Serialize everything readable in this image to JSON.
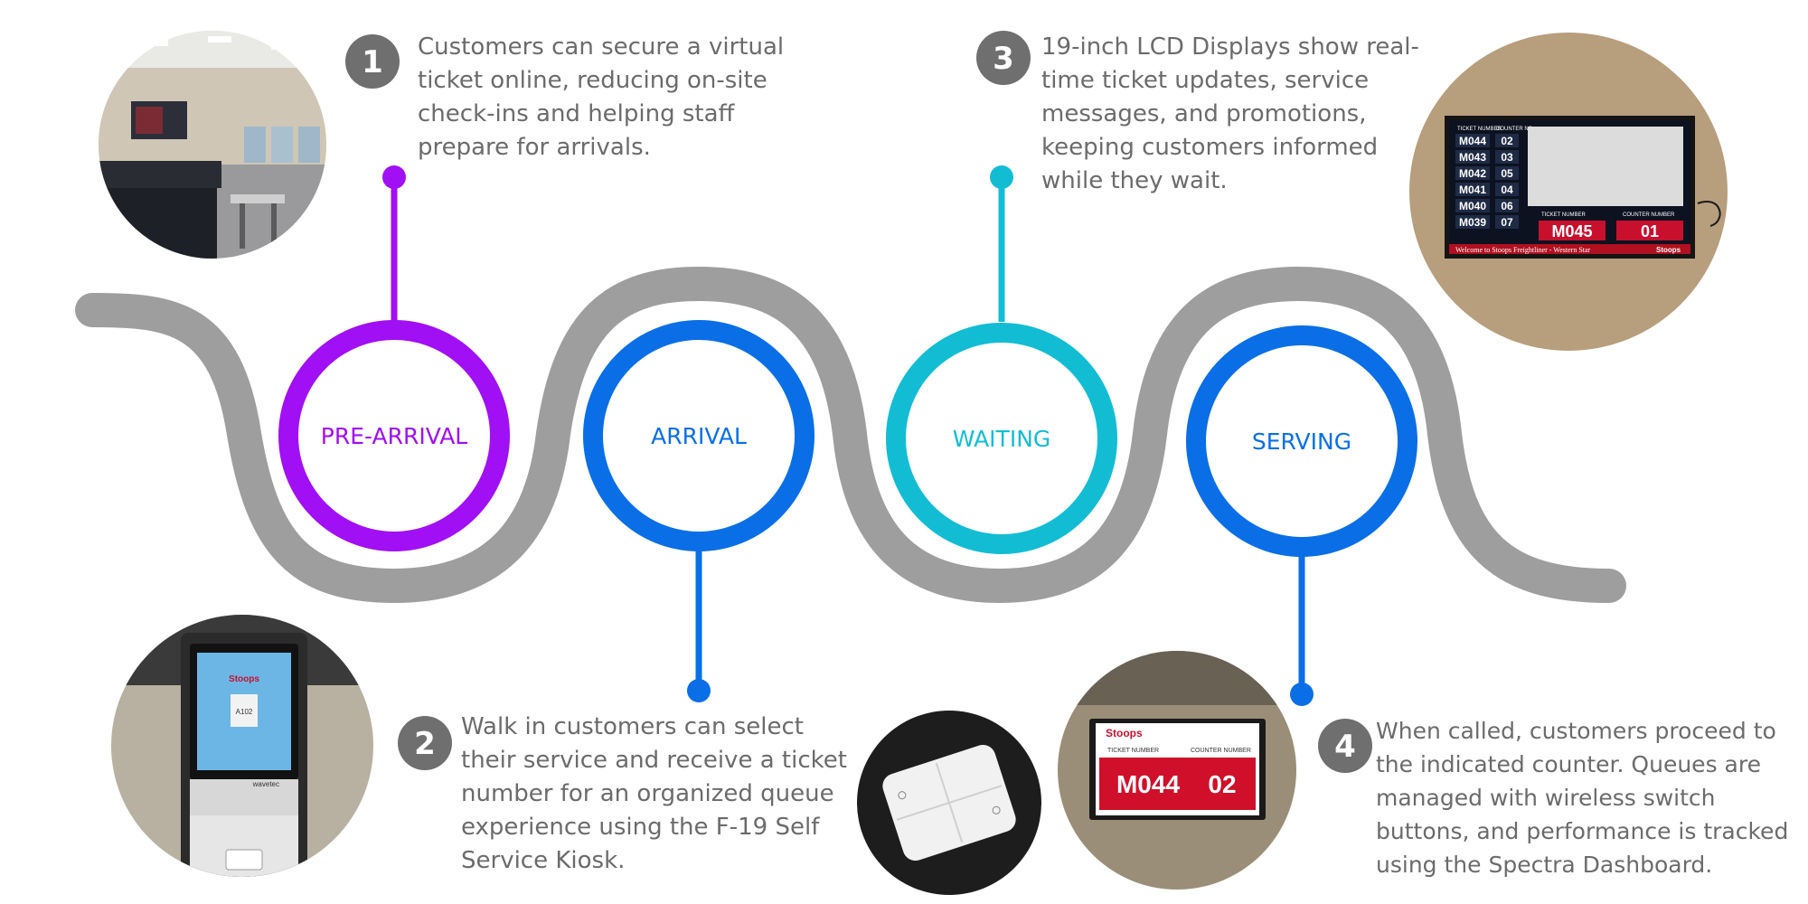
{
  "colors": {
    "road": "#9e9e9e",
    "badge": "#6f6f6f",
    "pre_arrival": "#a10ff5",
    "arrival": "#0a6fe6",
    "waiting": "#12bdd4",
    "serving": "#0a6fe6",
    "text": "#6b6b6b"
  },
  "stages": [
    {
      "label": "PRE-ARRIVAL"
    },
    {
      "label": "ARRIVAL"
    },
    {
      "label": "WAITING"
    },
    {
      "label": "SERVING"
    }
  ],
  "steps": [
    {
      "number": "1",
      "lines": [
        "Customers can secure a virtual",
        "ticket online, reducing on-site",
        "check-ins and helping staff",
        "prepare for arrivals."
      ]
    },
    {
      "number": "2",
      "lines": [
        "Walk in customers can select",
        "their service and receive a ticket",
        "number for an organized queue",
        "experience using the F-19 Self",
        "Service Kiosk."
      ]
    },
    {
      "number": "3",
      "lines": [
        "19-inch LCD Displays show real-",
        "time ticket updates, service",
        "messages, and promotions,",
        "keeping customers informed",
        "while they wait."
      ]
    },
    {
      "number": "4",
      "lines": [
        "When called, customers proceed to",
        "the indicated counter. Queues are",
        "managed with wireless switch",
        "buttons, and performance is tracked",
        "using the Spectra Dashboard."
      ]
    }
  ],
  "photos": {
    "lcd_display": {
      "col1_header": "TICKET NUMBER",
      "col2_header": "COUNTER NO",
      "rows": [
        [
          "M044",
          "02"
        ],
        [
          "M043",
          "03"
        ],
        [
          "M042",
          "05"
        ],
        [
          "M041",
          "04"
        ],
        [
          "M040",
          "06"
        ],
        [
          "M039",
          "07"
        ]
      ],
      "current_header_ticket": "TICKET NUMBER",
      "current_header_counter": "COUNTER NUMBER",
      "current_ticket": "M045",
      "current_counter": "01",
      "ticker": "Welcome to Stoops Freightliner - Western Star",
      "brand": "Stoops"
    },
    "kiosk": {
      "brand": "Stoops",
      "ticket": "A102",
      "maker": "wavetec"
    },
    "counter_display": {
      "brand": "Stoops",
      "header_ticket": "TICKET NUMBER",
      "header_counter": "COUNTER NUMBER",
      "ticket": "M044",
      "counter": "02"
    }
  }
}
